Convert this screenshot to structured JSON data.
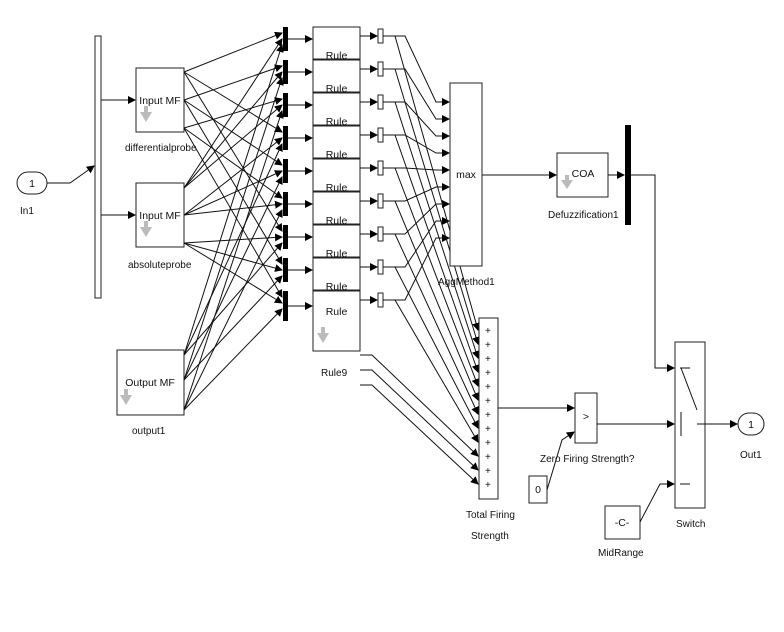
{
  "diagram": {
    "inport": {
      "number": "1",
      "label": "In1"
    },
    "outport": {
      "number": "1",
      "label": "Out1"
    },
    "input_mf_1": {
      "text": "Input MF",
      "label": "differentialprobe"
    },
    "input_mf_2": {
      "text": "Input MF",
      "label": "absoluteprobe"
    },
    "output_mf": {
      "text": "Output MF",
      "label": "output1"
    },
    "rules": {
      "block_text": "Rule",
      "count": 9,
      "last_label": "Rule9"
    },
    "aggregation": {
      "text": "max",
      "label": "AggMethod1"
    },
    "defuzz": {
      "text": "COA",
      "label": "Defuzzification1"
    },
    "sum": {
      "label_line1": "Total Firing",
      "label_line2": "Strength",
      "input_sign": "+",
      "inputs": 12
    },
    "compare": {
      "text": ">",
      "label": "Zero Firing Strength?"
    },
    "zero_const": {
      "text": "0"
    },
    "midrange": {
      "text": "-C-",
      "label": "MidRange"
    },
    "switch": {
      "label": "Switch"
    }
  }
}
